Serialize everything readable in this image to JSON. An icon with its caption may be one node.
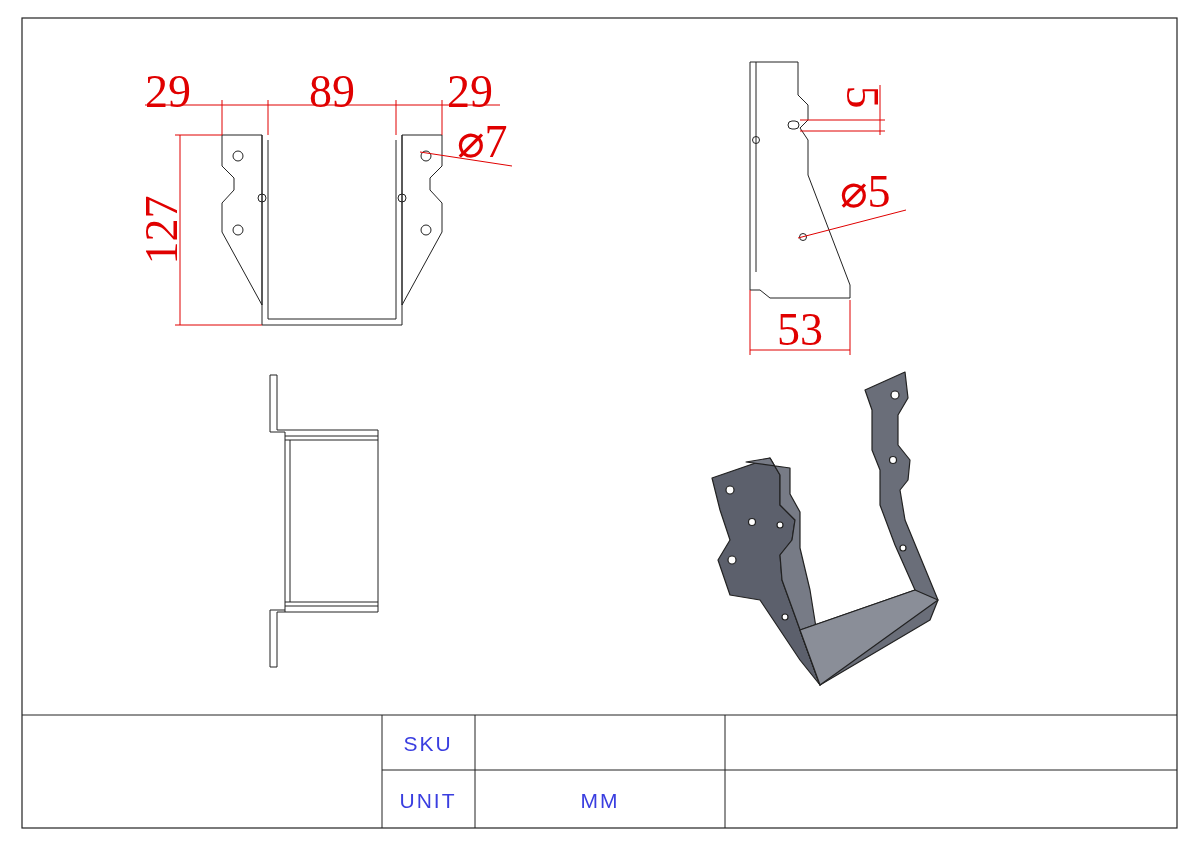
{
  "diagram": {
    "labels": [
      "29",
      "89",
      "29",
      "⌀7",
      "127",
      "5",
      "⌀5",
      "53",
      "SKU",
      "UNIT",
      "MM"
    ]
  }
}
